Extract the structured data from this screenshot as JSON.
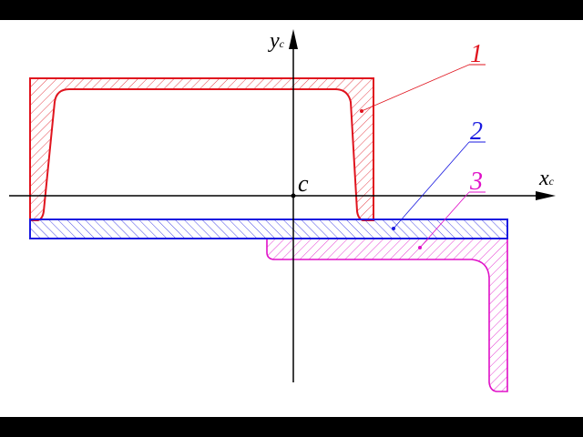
{
  "labels": {
    "y_axis": "y",
    "y_axis_sub": "c",
    "x_axis": "x",
    "x_axis_sub": "c",
    "origin": "c",
    "part_1": "1",
    "part_2": "2",
    "part_3": "3"
  },
  "colors": {
    "channel": "#e0141e",
    "plate": "#1a1ae0",
    "angle": "#e010c8",
    "axes": "#000000"
  }
}
